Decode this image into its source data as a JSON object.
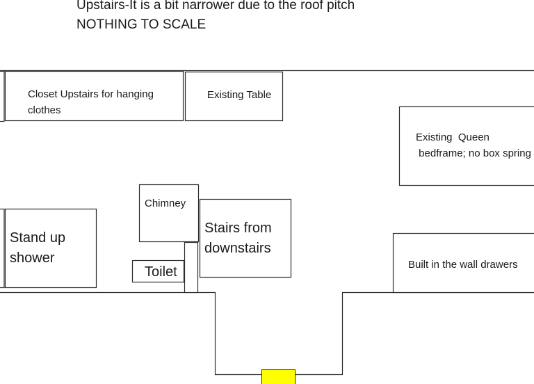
{
  "title": {
    "line1": "Upstairs-It is a bit narrower due to the roof pitch",
    "line2": "NOTHING TO SCALE"
  },
  "rooms": {
    "closet": {
      "line1": "Closet Upstairs for hanging",
      "line2": "clothes"
    },
    "table": {
      "label": "Existing Table"
    },
    "bed": {
      "line1": "Existing  Queen",
      "line2": " bedframe; no box spring"
    },
    "chimney": {
      "label": "Chimney"
    },
    "stairs": {
      "line1": "Stairs from",
      "line2": "downstairs"
    },
    "shower": {
      "line1": "Stand up",
      "line2": "shower"
    },
    "toilet": {
      "label": "Toilet"
    },
    "drawers": {
      "label": "Built in the wall drawers"
    }
  },
  "colors": {
    "door": "#ffff00",
    "line": "#2b2b2b"
  }
}
